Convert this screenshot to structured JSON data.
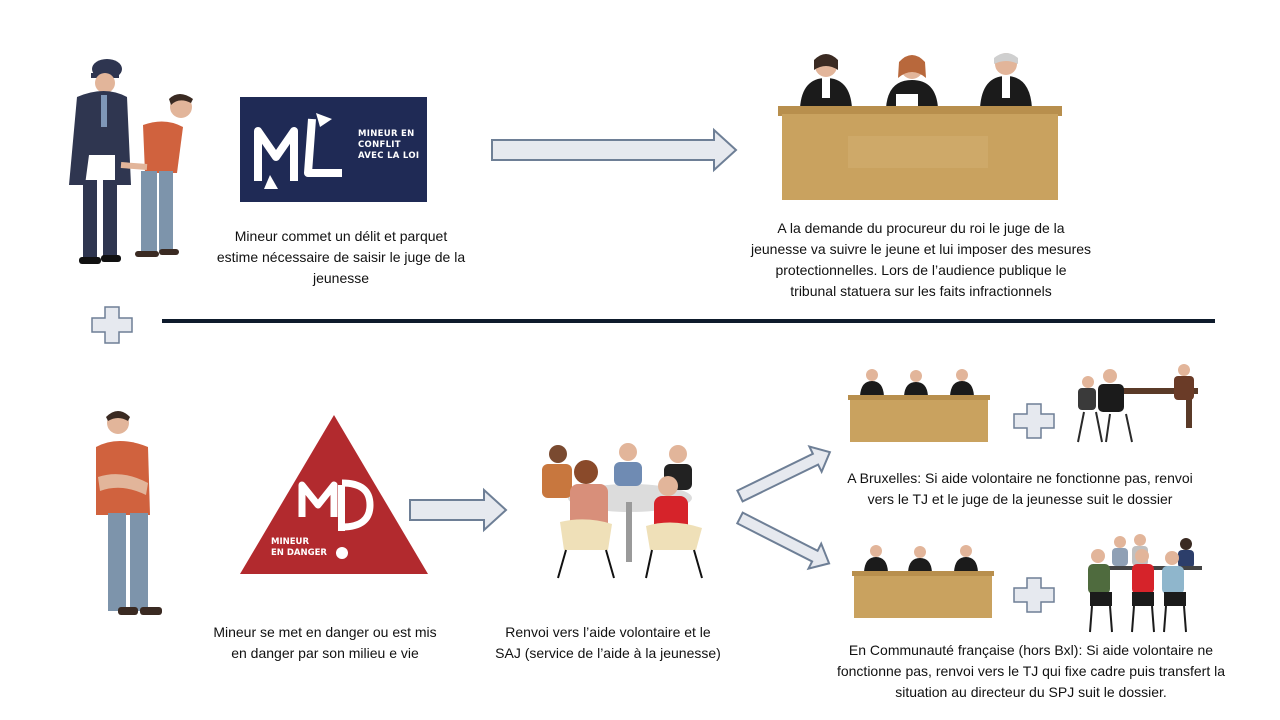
{
  "logos": {
    "ml": {
      "lines": [
        "MINEUR EN",
        "CONFLIT",
        "AVEC LA LOI"
      ],
      "color": "#1f2a55"
    },
    "md": {
      "lines": [
        "MINEUR",
        "EN DANGER"
      ],
      "color": "#b22a2e"
    }
  },
  "captions": {
    "top_left": [
      "Mineur commet  un délit et parquet",
      "estime nécessaire de saisir le juge de la",
      "jeunesse"
    ],
    "top_right": [
      "A la demande du procureur  du roi le juge de la",
      "jeunesse va suivre le jeune et lui imposer des mesures",
      "protectionnelles.  Lors de l’audience publique  le",
      "tribunal statuera sur les faits infractionnels"
    ],
    "bottom_left": [
      "Mineur se met en danger ou est mis",
      "en danger par son milieu e vie"
    ],
    "bottom_mid": [
      "Renvoi vers l’aide volontaire et le",
      "SAJ  (service de l’aide à la jeunesse)"
    ],
    "bxl": [
      "A Bruxelles: Si aide volontaire ne fonctionne pas, renvoi",
      "vers le TJ et le juge de la jeunesse suit le dossier"
    ],
    "cf": [
      "En Communauté  française (hors Bxl): Si aide volontaire ne",
      "fonctionne pas, renvoi vers le TJ qui fixe cadre puis transfert la",
      "situation au directeur du SPJ  suit le dossier."
    ]
  },
  "colors": {
    "arrow_fill": "#e6e9ef",
    "arrow_stroke": "#6e7f96",
    "plus_fill": "#e6e9ef",
    "divider": "#0e1b2c",
    "bench": "#c9a25f",
    "robe": "#1b1b1b"
  }
}
